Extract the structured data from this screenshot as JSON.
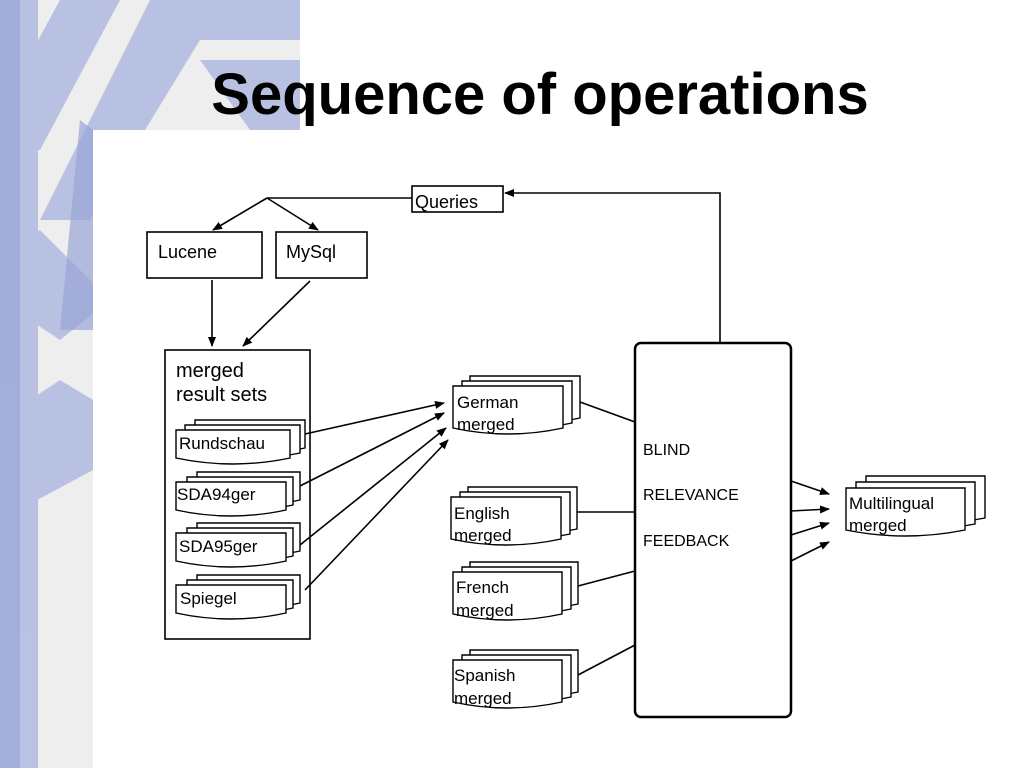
{
  "slide": {
    "title": "Sequence of operations"
  },
  "diagram": {
    "queries": "Queries",
    "engines": [
      "Lucene",
      "MySql"
    ],
    "merged_container": {
      "line1": "merged",
      "line2": "result sets"
    },
    "sources": [
      "Rundschau",
      "SDA94ger",
      "SDA95ger",
      "Spiegel"
    ],
    "language_merged": [
      {
        "line1": "German",
        "line2": "merged"
      },
      {
        "line1": "English",
        "line2": "merged"
      },
      {
        "line1": "French",
        "line2": "merged"
      },
      {
        "line1": "Spanish",
        "line2": "merged"
      }
    ],
    "feedback": {
      "line1": "BLIND",
      "line2": "RELEVANCE",
      "line3": "FEEDBACK"
    },
    "output": {
      "line1": "Multilingual",
      "line2": "merged"
    }
  }
}
